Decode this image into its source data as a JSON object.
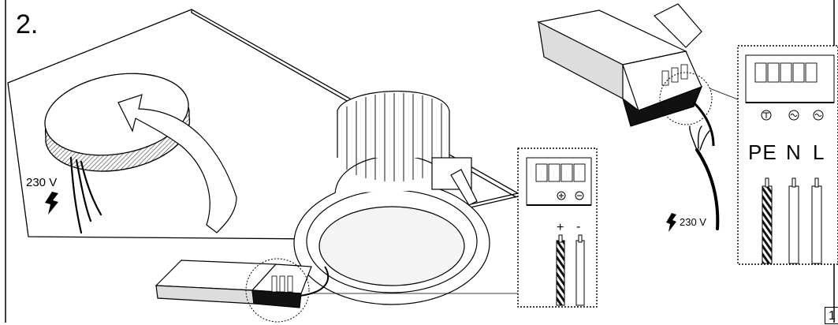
{
  "step": {
    "number": "2."
  },
  "labels": {
    "voltage_left": "230 V",
    "voltage_right": "230 V",
    "plus": "+",
    "minus": "-",
    "pe": "PE",
    "n": "N",
    "l": "L"
  },
  "page": {
    "corner": "1"
  },
  "icons": [
    "lightning-icon",
    "earth-terminal-icon",
    "ac-terminal-icon",
    "plus-terminal-icon",
    "minus-terminal-icon"
  ],
  "colors": {
    "line": "#000000",
    "background": "#ffffff",
    "hatch": "#555555"
  }
}
